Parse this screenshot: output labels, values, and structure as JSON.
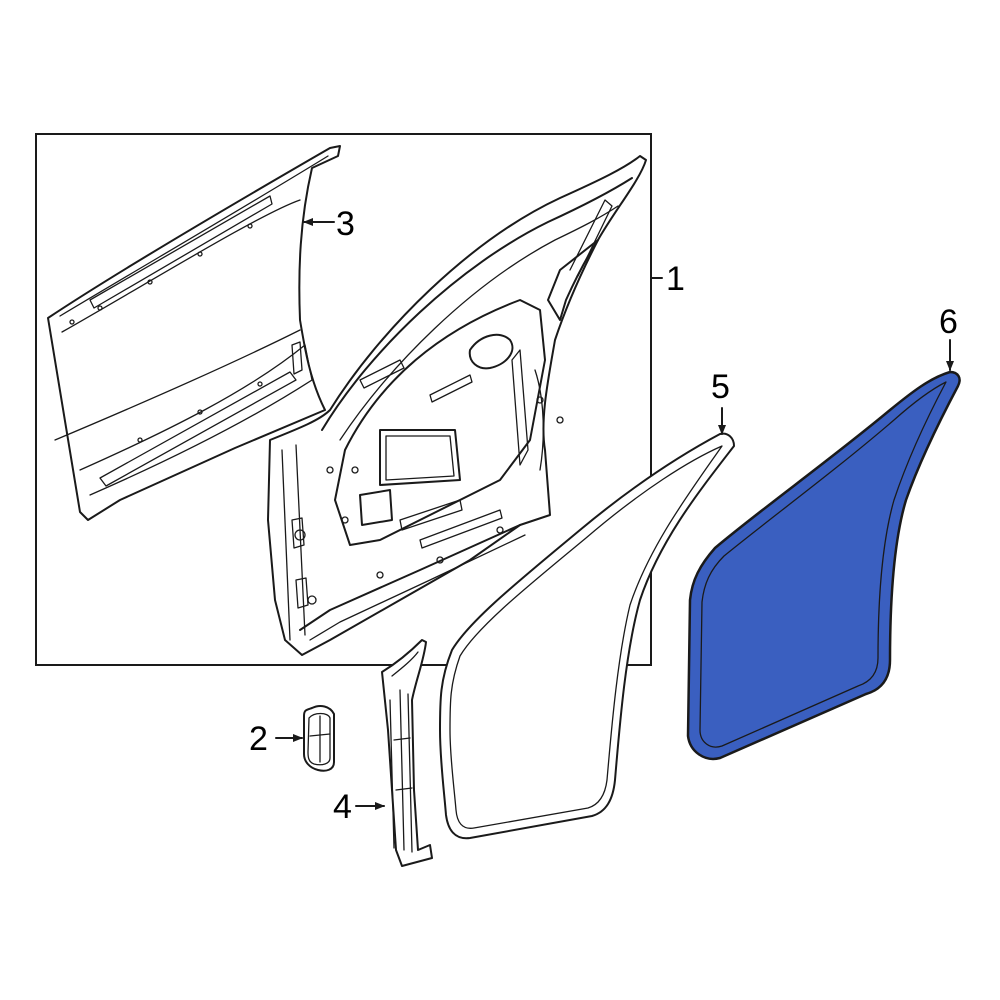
{
  "diagram": {
    "callouts": {
      "c1": "1",
      "c2": "2",
      "c3": "3",
      "c4": "4",
      "c5": "5",
      "c6": "6"
    },
    "colors": {
      "line": "#1a1a1a",
      "highlight_part_fill": "#3a5fc0",
      "background": "#ffffff"
    },
    "highlighted_part": "6"
  }
}
